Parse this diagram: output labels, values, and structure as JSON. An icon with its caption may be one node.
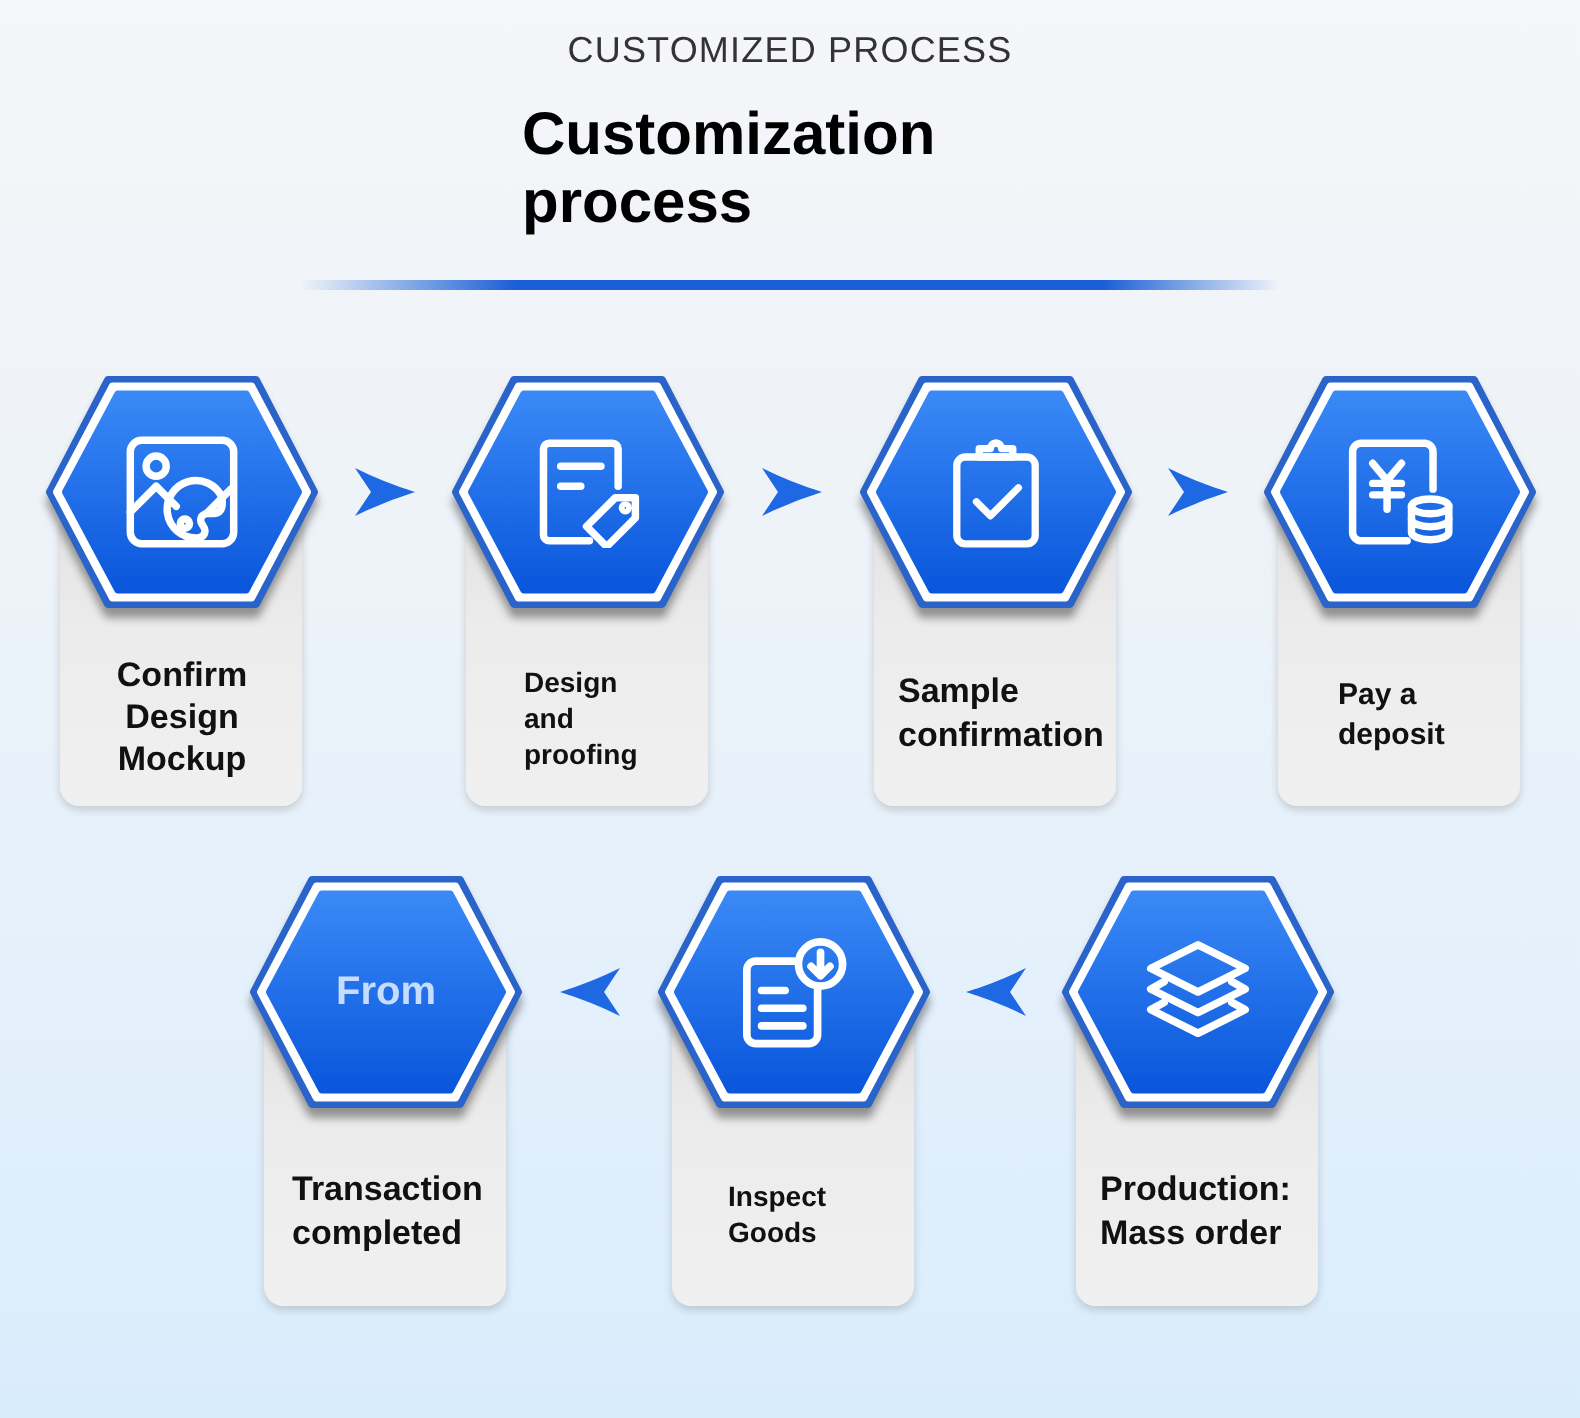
{
  "diagram": {
    "title": "Customization process",
    "nodes": [
      {
        "text": [
          "Confirm Design Mockup"
        ]
      },
      {
        "text": [
          "Design and proofing"
        ]
      },
      {
        "text": [
          "Sample confirmation"
        ]
      },
      {
        "text": [
          "Pay a deposit"
        ]
      },
      {
        "text": [
          "Production: Mass order"
        ]
      },
      {
        "text": [
          "Inspect Goods"
        ]
      },
      {
        "text": [
          "From",
          "Transaction completed"
        ]
      }
    ],
    "edges": [
      {
        "from": 0,
        "to": 1,
        "arrow": "to"
      },
      {
        "from": 1,
        "to": 2,
        "arrow": "to"
      },
      {
        "from": 2,
        "to": 3,
        "arrow": "to"
      },
      {
        "from": 4,
        "to": 5,
        "arrow": "to"
      },
      {
        "from": 5,
        "to": 6,
        "arrow": "to"
      }
    ],
    "labels": [
      "CUSTOMIZED PROCESS"
    ]
  }
}
